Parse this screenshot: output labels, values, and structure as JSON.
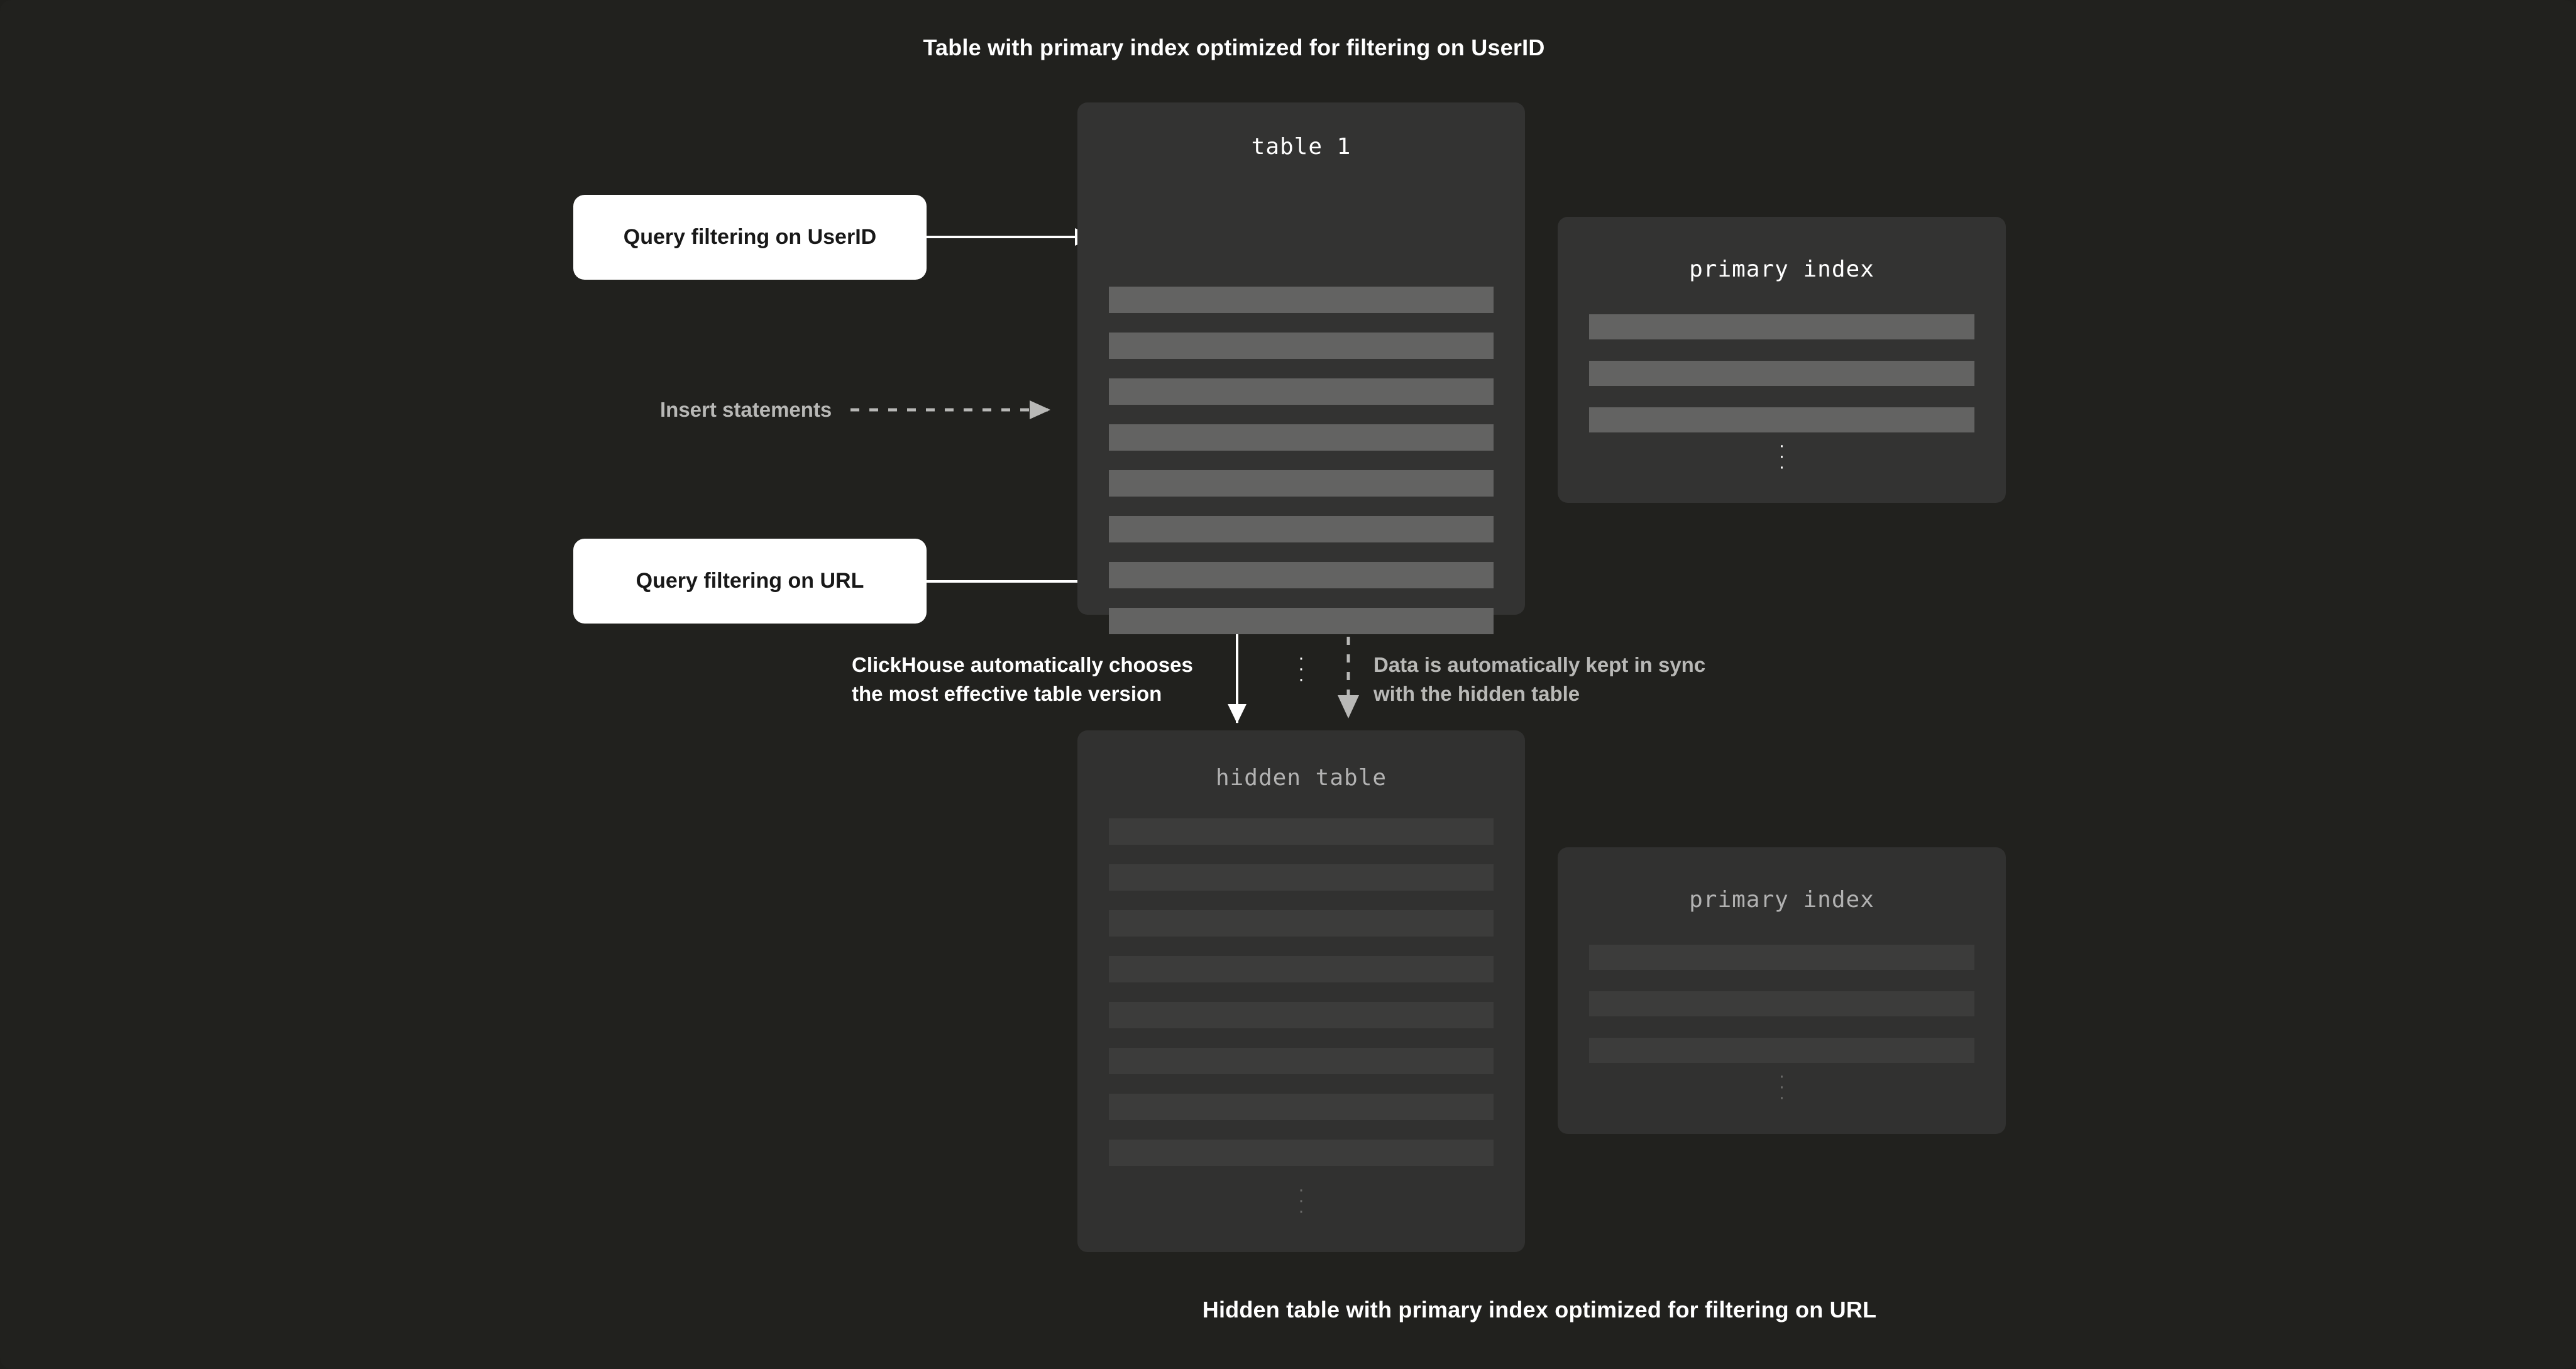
{
  "captions": {
    "top": "Table with primary index optimized for filtering on UserID",
    "bottom": "Hidden table with primary index optimized for filtering on URL"
  },
  "colors": {
    "background": "#21211e",
    "box": "#333332",
    "box_dim": "#313130",
    "row": "#636362",
    "row_dim": "#3c3c3b",
    "callout_bg": "#ffffff",
    "callout_text": "#181818",
    "text_white": "#ffffff",
    "text_gray": "#b8b8b6"
  },
  "table_main": {
    "title": "table 1",
    "row_count": 8,
    "ellipsis": "⋮"
  },
  "index_main": {
    "title": "primary index",
    "row_count": 3,
    "ellipsis": "⋮"
  },
  "table_hidden": {
    "title": "hidden table",
    "row_count": 8,
    "ellipsis": "⋮"
  },
  "index_hidden": {
    "title": "primary index",
    "row_count": 3,
    "ellipsis": "⋮"
  },
  "callouts": {
    "userid": "Query filtering on UserID",
    "url": "Query filtering on URL"
  },
  "labels": {
    "insert": "Insert statements",
    "choose_line1": "ClickHouse automatically chooses",
    "choose_line2": "the most effective table version",
    "sync_line1": "Data is automatically kept in sync",
    "sync_line2": "with the hidden table"
  }
}
